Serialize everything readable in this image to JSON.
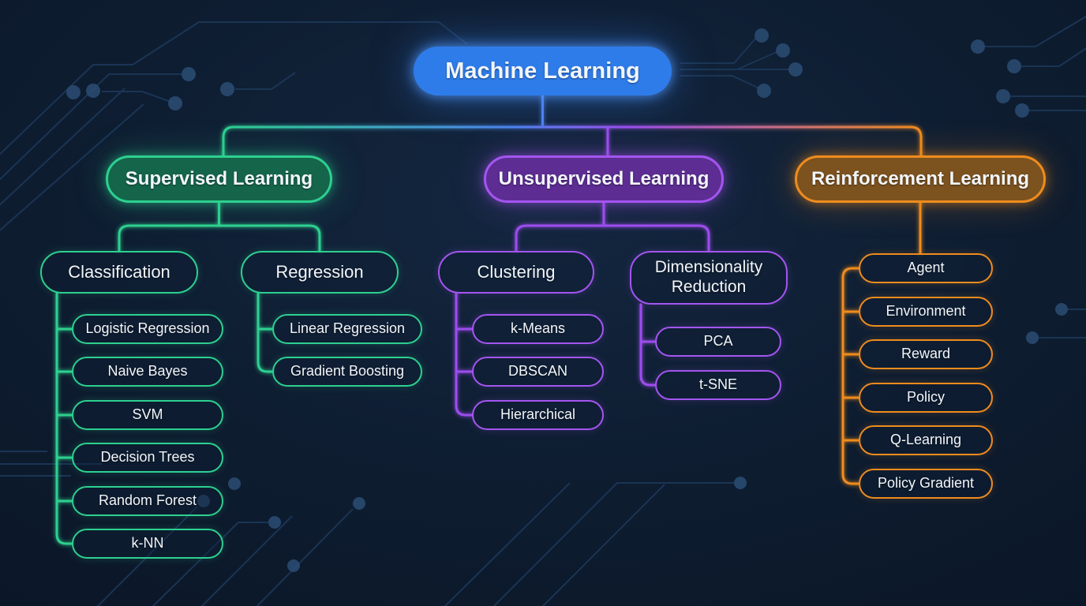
{
  "diagram_type": "mindmap",
  "title": "Machine Learning",
  "colors": {
    "background": "#0e1d31",
    "root_fill": "#2e7cea",
    "supervised_accent": "#2dd08f",
    "unsupervised_accent": "#a455f0",
    "reinforcement_accent": "#ef8c1e",
    "circuit_trace": "#1f3d60",
    "text": "#f2f6fa"
  },
  "tree": {
    "root": {
      "label": "Machine Learning"
    },
    "branches": [
      {
        "label": "Supervised Learning",
        "groups": [
          {
            "label": "Classification",
            "items": [
              "Logistic Regression",
              "Naive Bayes",
              "SVM",
              "Decision Trees",
              "Random Forest",
              "k-NN"
            ]
          },
          {
            "label": "Regression",
            "items": [
              "Linear Regression",
              "Gradient Boosting"
            ]
          }
        ]
      },
      {
        "label": "Unsupervised Learning",
        "groups": [
          {
            "label": "Clustering",
            "items": [
              "k-Means",
              "DBSCAN",
              "Hierarchical"
            ]
          },
          {
            "label": "Dimensionality Reduction",
            "items": [
              "PCA",
              "t-SNE"
            ]
          }
        ]
      },
      {
        "label": "Reinforcement Learning",
        "items": [
          "Agent",
          "Environment",
          "Reward",
          "Policy",
          "Q-Learning",
          "Policy Gradient"
        ]
      }
    ]
  }
}
